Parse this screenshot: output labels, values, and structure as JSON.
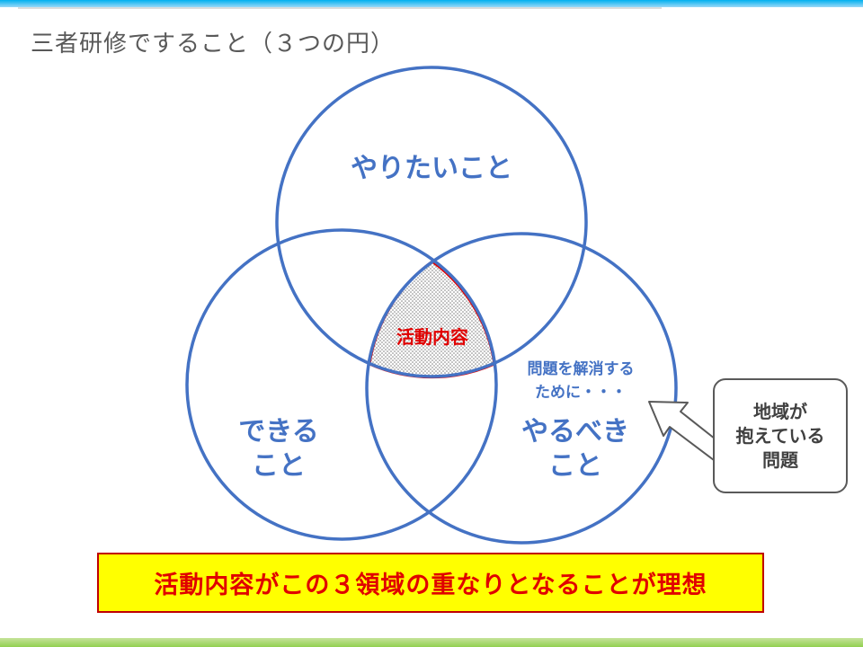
{
  "title": "三者研修ですること（３つの円）",
  "circles": {
    "top": "やりたいこと",
    "left": [
      "できる",
      "こと"
    ],
    "right": [
      "やるべき",
      "こと"
    ]
  },
  "right_note": [
    "問題を解消する",
    "ために・・・"
  ],
  "intersection_label": "活動内容",
  "callout": "地域が\n抱えている\n問題",
  "banner": "活動内容がこの３領域の重なりとなることが理想",
  "colors": {
    "circle_stroke": "#4472c4",
    "intersection_stroke": "#e00000",
    "banner_fill": "#ffff00",
    "banner_border": "#c00000",
    "text_red": "#e00000",
    "top_bar": "#00b0f0",
    "bottom_bar": "#92d050"
  },
  "icons": [
    "arrow-pointer-icon"
  ]
}
